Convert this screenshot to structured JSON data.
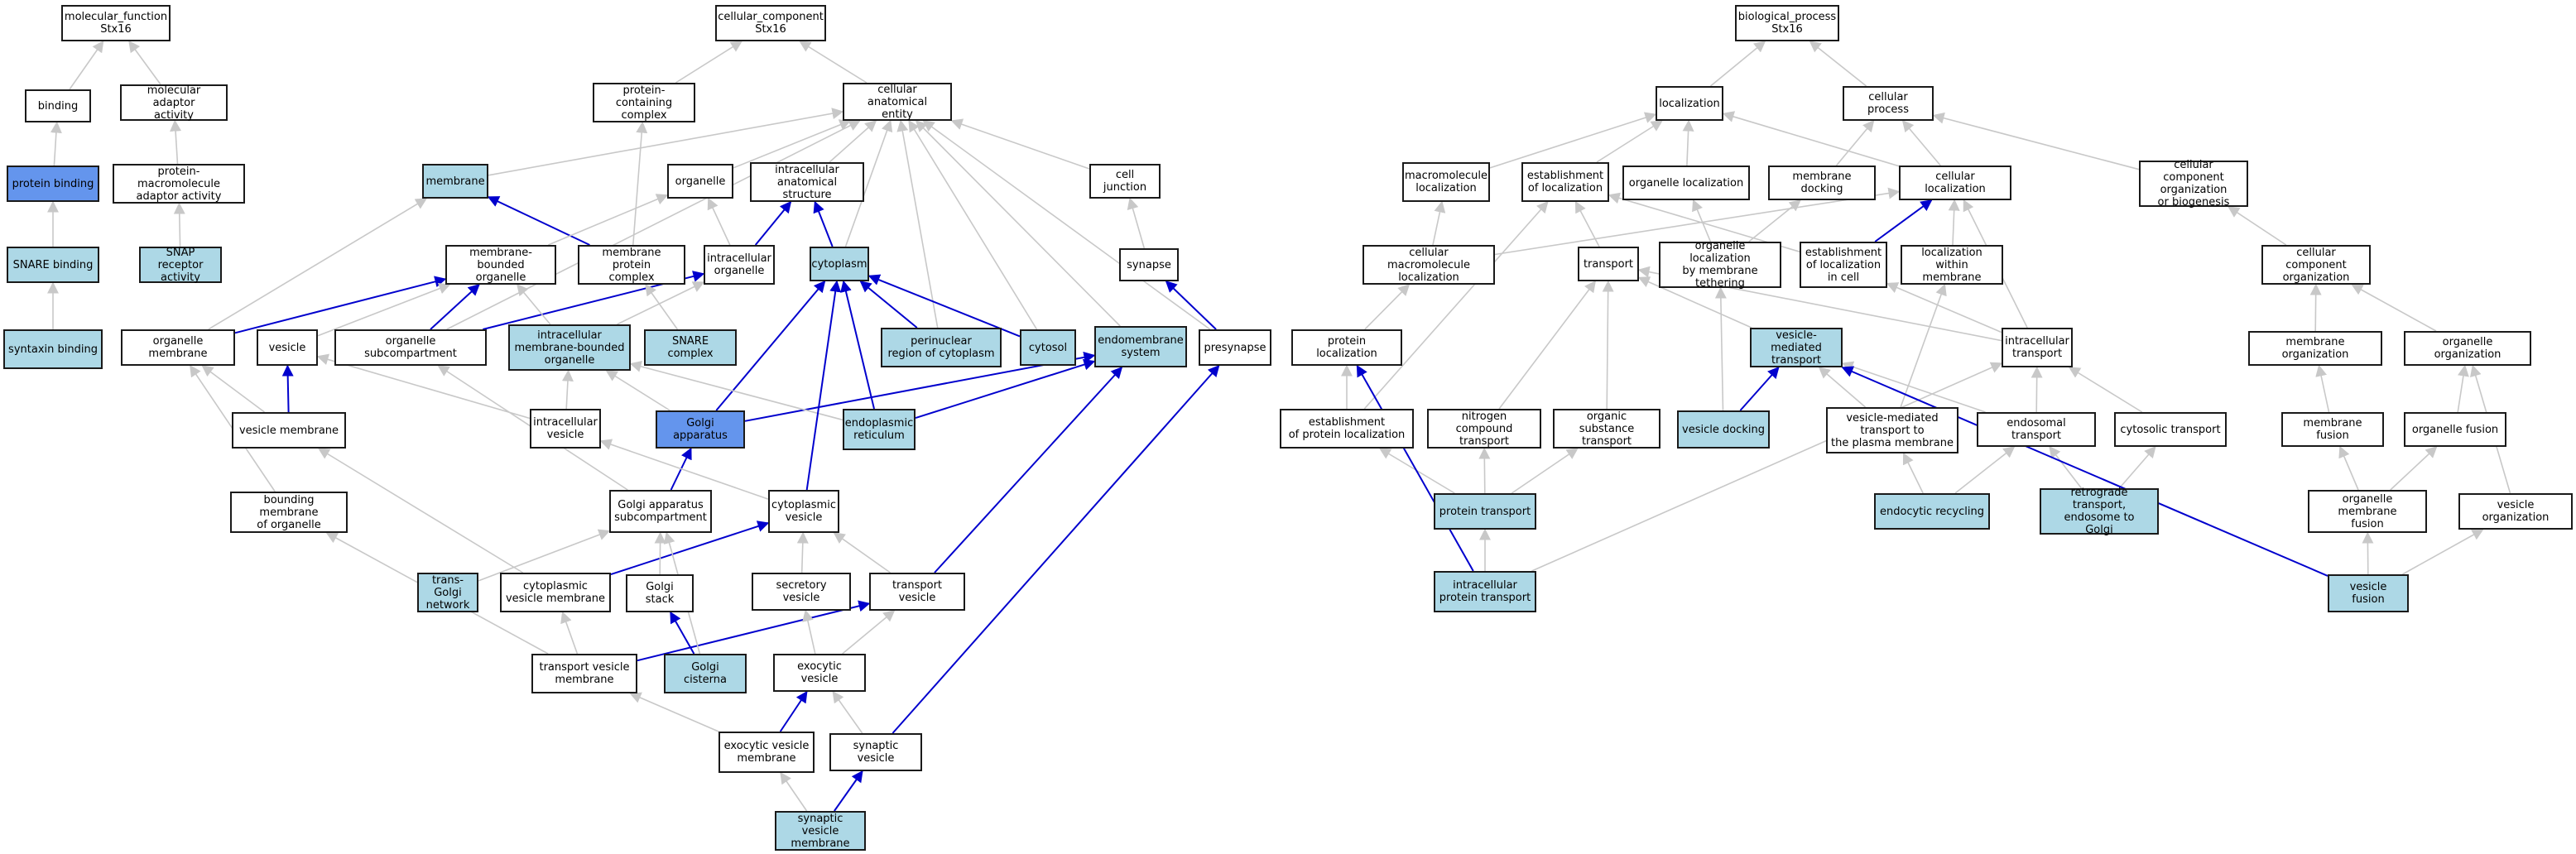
{
  "colors": {
    "node_default": "#ffffff",
    "node_light": "#add8e6",
    "node_dark": "#6495ed",
    "edge_default": "#c8c8c8",
    "edge_highlight": "#0000cd"
  },
  "nodes": {
    "mf_root": {
      "label": "molecular_function\nStx16",
      "fill": "default"
    },
    "binding": {
      "label": "binding",
      "fill": "default"
    },
    "mol_adaptor": {
      "label": "molecular adaptor\nactivity",
      "fill": "default"
    },
    "protein_binding": {
      "label": "protein binding",
      "fill": "dark"
    },
    "pm_adaptor": {
      "label": "protein-macromolecule\nadaptor activity",
      "fill": "default"
    },
    "snare_binding": {
      "label": "SNARE binding",
      "fill": "light"
    },
    "snap_receptor": {
      "label": "SNAP receptor\nactivity",
      "fill": "light"
    },
    "syntaxin_binding": {
      "label": "syntaxin binding",
      "fill": "light"
    },
    "cc_root": {
      "label": "cellular_component\nStx16",
      "fill": "default"
    },
    "protein_containing": {
      "label": "protein-containing\ncomplex",
      "fill": "default"
    },
    "cae": {
      "label": "cellular anatomical\nentity",
      "fill": "default"
    },
    "membrane": {
      "label": "membrane",
      "fill": "light"
    },
    "organelle": {
      "label": "organelle",
      "fill": "default"
    },
    "ias": {
      "label": "intracellular\nanatomical structure",
      "fill": "default"
    },
    "cell_junction": {
      "label": "cell junction",
      "fill": "default"
    },
    "mbo": {
      "label": "membrane-bounded\norganelle",
      "fill": "default"
    },
    "mpc": {
      "label": "membrane protein\ncomplex",
      "fill": "default"
    },
    "io": {
      "label": "intracellular\norganelle",
      "fill": "default"
    },
    "cytoplasm": {
      "label": "cytoplasm",
      "fill": "light"
    },
    "synapse": {
      "label": "synapse",
      "fill": "default"
    },
    "org_membrane": {
      "label": "organelle membrane",
      "fill": "default"
    },
    "vesicle": {
      "label": "vesicle",
      "fill": "default"
    },
    "org_subcomp": {
      "label": "organelle subcompartment",
      "fill": "default"
    },
    "imbo": {
      "label": "intracellular\nmembrane-bounded\norganelle",
      "fill": "light"
    },
    "snare_complex": {
      "label": "SNARE complex",
      "fill": "light"
    },
    "perinuclear": {
      "label": "perinuclear\nregion of cytoplasm",
      "fill": "light"
    },
    "cytosol": {
      "label": "cytosol",
      "fill": "light"
    },
    "endomembrane": {
      "label": "endomembrane\nsystem",
      "fill": "light"
    },
    "presynapse": {
      "label": "presynapse",
      "fill": "default"
    },
    "vesicle_membrane": {
      "label": "vesicle membrane",
      "fill": "default"
    },
    "ivesicle": {
      "label": "intracellular\nvesicle",
      "fill": "default"
    },
    "golgi_apparatus": {
      "label": "Golgi apparatus",
      "fill": "dark"
    },
    "er": {
      "label": "endoplasmic\nreticulum",
      "fill": "light"
    },
    "bmo": {
      "label": "bounding membrane\nof organelle",
      "fill": "default"
    },
    "golgi_subcomp": {
      "label": "Golgi apparatus\nsubcompartment",
      "fill": "default"
    },
    "cyt_vesicle": {
      "label": "cytoplasmic\nvesicle",
      "fill": "default"
    },
    "tgn": {
      "label": "trans-Golgi\nnetwork",
      "fill": "light"
    },
    "cvm": {
      "label": "cytoplasmic\nvesicle membrane",
      "fill": "default"
    },
    "golgi_stack": {
      "label": "Golgi stack",
      "fill": "default"
    },
    "secretory_vesicle": {
      "label": "secretory vesicle",
      "fill": "default"
    },
    "transport_vesicle": {
      "label": "transport vesicle",
      "fill": "default"
    },
    "tvm": {
      "label": "transport vesicle\nmembrane",
      "fill": "default"
    },
    "golgi_cisterna": {
      "label": "Golgi cisterna",
      "fill": "light"
    },
    "exocytic_vesicle": {
      "label": "exocytic vesicle",
      "fill": "default"
    },
    "evm": {
      "label": "exocytic vesicle\nmembrane",
      "fill": "default"
    },
    "synaptic_vesicle": {
      "label": "synaptic vesicle",
      "fill": "default"
    },
    "svm": {
      "label": "synaptic vesicle\nmembrane",
      "fill": "light"
    },
    "bp_root": {
      "label": "biological_process\nStx16",
      "fill": "default"
    },
    "localization": {
      "label": "localization",
      "fill": "default"
    },
    "cellular_process": {
      "label": "cellular process",
      "fill": "default"
    },
    "macro_loc": {
      "label": "macromolecule\nlocalization",
      "fill": "default"
    },
    "est_loc": {
      "label": "establishment\nof localization",
      "fill": "default"
    },
    "org_loc": {
      "label": "organelle localization",
      "fill": "default"
    },
    "mem_docking": {
      "label": "membrane docking",
      "fill": "default"
    },
    "cell_loc": {
      "label": "cellular localization",
      "fill": "default"
    },
    "ccob": {
      "label": "cellular component\norganization\nor biogenesis",
      "fill": "default"
    },
    "cml": {
      "label": "cellular macromolecule\nlocalization",
      "fill": "default"
    },
    "transport": {
      "label": "transport",
      "fill": "default"
    },
    "olmt": {
      "label": "organelle localization\nby membrane\ntethering",
      "fill": "default"
    },
    "elic": {
      "label": "establishment\nof localization\nin cell",
      "fill": "default"
    },
    "lwm": {
      "label": "localization\nwithin membrane",
      "fill": "default"
    },
    "cco": {
      "label": "cellular component\norganization",
      "fill": "default"
    },
    "protein_loc": {
      "label": "protein localization",
      "fill": "default"
    },
    "vmt": {
      "label": "vesicle-mediated\ntransport",
      "fill": "light"
    },
    "ict": {
      "label": "intracellular\ntransport",
      "fill": "default"
    },
    "mem_org": {
      "label": "membrane organization",
      "fill": "default"
    },
    "org_org": {
      "label": "organelle organization",
      "fill": "default"
    },
    "epl": {
      "label": "establishment\nof protein localization",
      "fill": "default"
    },
    "nct": {
      "label": "nitrogen compound\ntransport",
      "fill": "default"
    },
    "ost": {
      "label": "organic substance\ntransport",
      "fill": "default"
    },
    "vesicle_docking": {
      "label": "vesicle docking",
      "fill": "light"
    },
    "vmtpm": {
      "label": "vesicle-mediated\ntransport to\nthe plasma membrane",
      "fill": "default"
    },
    "endosomal_transport": {
      "label": "endosomal transport",
      "fill": "default"
    },
    "cytosolic_transport": {
      "label": "cytosolic transport",
      "fill": "default"
    },
    "mem_fusion": {
      "label": "membrane fusion",
      "fill": "default"
    },
    "org_fusion": {
      "label": "organelle fusion",
      "fill": "default"
    },
    "protein_transport": {
      "label": "protein transport",
      "fill": "light"
    },
    "endocytic_recycling": {
      "label": "endocytic recycling",
      "fill": "light"
    },
    "retro_transport": {
      "label": "retrograde transport,\nendosome to\nGolgi",
      "fill": "light"
    },
    "omf": {
      "label": "organelle membrane\nfusion",
      "fill": "default"
    },
    "vesicle_org": {
      "label": "vesicle organization",
      "fill": "default"
    },
    "ipt": {
      "label": "intracellular\nprotein transport",
      "fill": "light"
    },
    "vesicle_fusion": {
      "label": "vesicle fusion",
      "fill": "light"
    }
  }
}
